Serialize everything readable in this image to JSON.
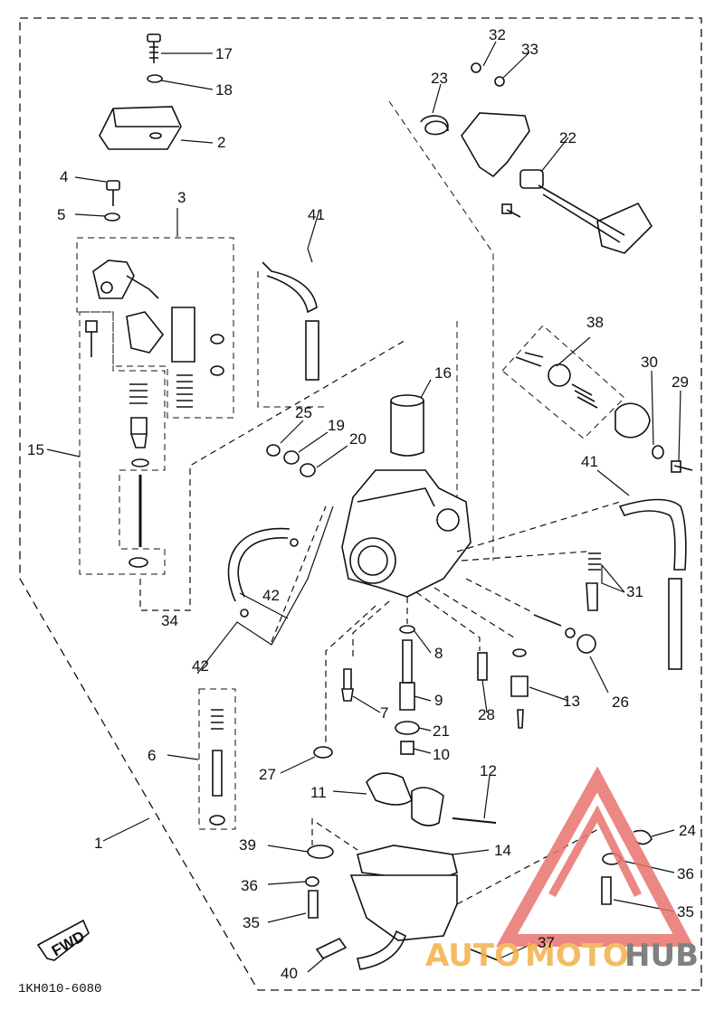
{
  "diagram": {
    "ref_code": "1KH010-6080",
    "fwd_label": "FWD",
    "watermark": {
      "part1": "AUTO",
      "part2": "MOTO",
      "part3": "HUB",
      "colors": {
        "accent": "#f2b04a",
        "dark": "#6a6a6a",
        "logo": "#e8746e"
      }
    },
    "callouts": [
      "1",
      "2",
      "3",
      "4",
      "5",
      "6",
      "7",
      "8",
      "9",
      "10",
      "11",
      "12",
      "13",
      "14",
      "15",
      "16",
      "17",
      "18",
      "19",
      "20",
      "21",
      "22",
      "23",
      "24",
      "25",
      "26",
      "27",
      "28",
      "29",
      "30",
      "31",
      "32",
      "33",
      "34",
      "35",
      "36",
      "37",
      "38",
      "39",
      "40",
      "41",
      "42"
    ]
  }
}
